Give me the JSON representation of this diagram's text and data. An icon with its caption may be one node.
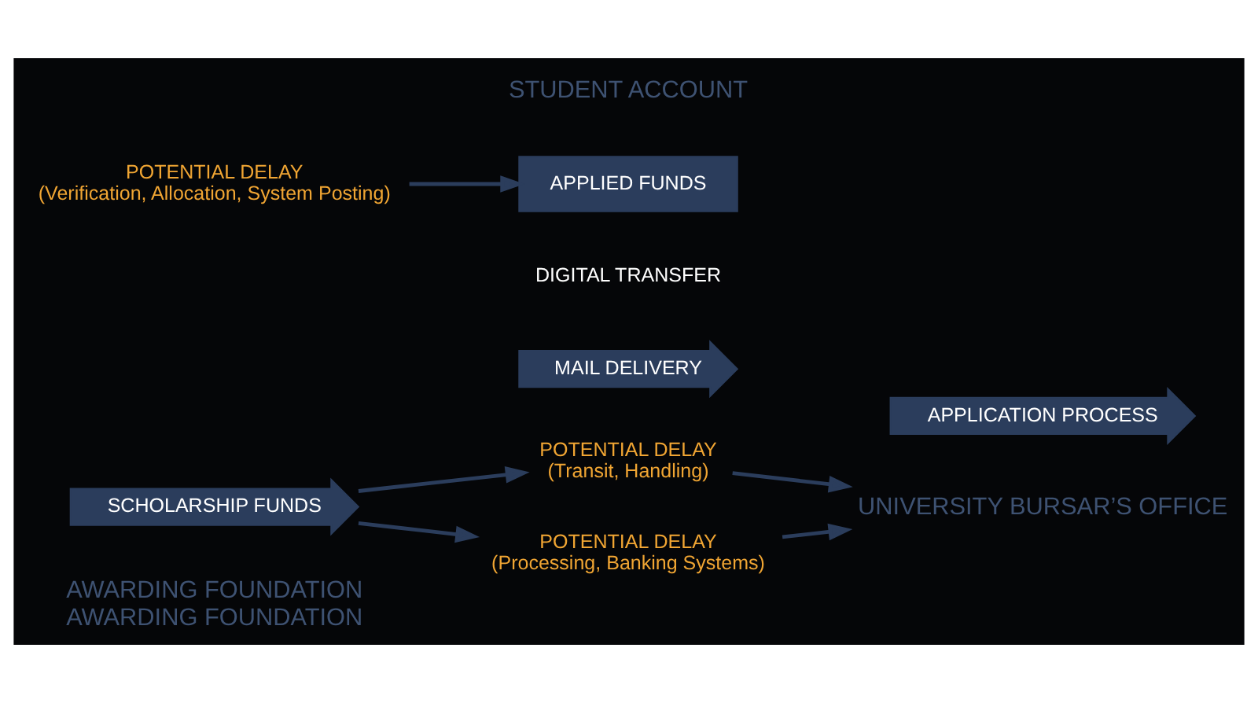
{
  "diagram": {
    "nodes": [
      {
        "text": [
          "AWARDING FOUNDATION",
          "AWARDING FOUNDATION"
        ]
      },
      {
        "text": [
          "SCHOLARSHIP FUNDS"
        ]
      },
      {
        "text": [
          "POTENTIAL DELAY",
          "(Transit, Handling)"
        ]
      },
      {
        "text": [
          "MAIL DELIVERY"
        ]
      },
      {
        "text": [
          "DIGITAL TRANSFER"
        ]
      },
      {
        "text": [
          "POTENTIAL DELAY",
          "(Processing, Banking Systems)"
        ]
      },
      {
        "text": [
          "UNIVERSITY BURSAR’S OFFICE"
        ]
      },
      {
        "text": [
          "APPLICATION PROCESS"
        ]
      },
      {
        "text": [
          "POTENTIAL DELAY",
          "(Verification, Allocation, System Posting)"
        ]
      },
      {
        "text": [
          "STUDENT ACCOUNT"
        ]
      },
      {
        "text": [
          "APPLIED FUNDS"
        ]
      }
    ],
    "edges": [
      {
        "from": 1,
        "to": 2,
        "arrow": "to"
      },
      {
        "from": 1,
        "to": 5,
        "arrow": "to"
      },
      {
        "from": 2,
        "to": 6,
        "arrow": "to"
      },
      {
        "from": 5,
        "to": 6,
        "arrow": "to"
      },
      {
        "from": 8,
        "to": 10,
        "arrow": "to"
      }
    ]
  }
}
